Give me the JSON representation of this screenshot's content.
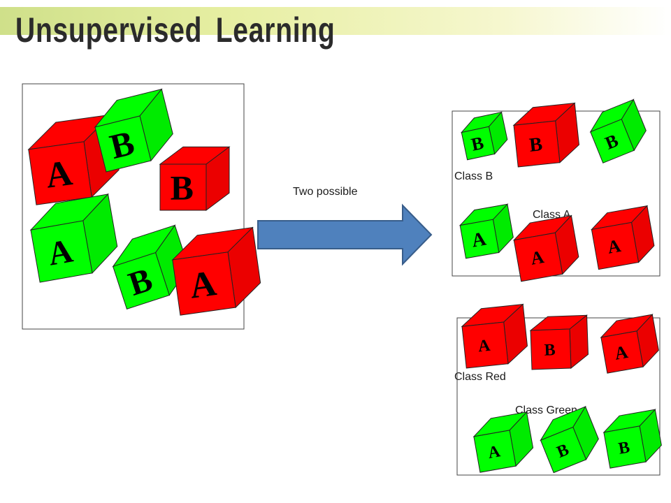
{
  "slide": {
    "title": "Unsupervised Learning",
    "arrow_label": "Two possible"
  },
  "colors": {
    "red": "#ff0000",
    "green": "#00ff00",
    "arrow": "#4f81bd",
    "arrow_border": "#385d8a"
  },
  "groups": {
    "input": {
      "cubes": [
        {
          "letter": "A",
          "color": "red"
        },
        {
          "letter": "B",
          "color": "green"
        },
        {
          "letter": "B",
          "color": "red"
        },
        {
          "letter": "A",
          "color": "green"
        },
        {
          "letter": "B",
          "color": "green"
        },
        {
          "letter": "A",
          "color": "red"
        }
      ]
    },
    "by_letter": {
      "labels": [
        "Class B",
        "Class A"
      ],
      "cubes": [
        {
          "letter": "B",
          "color": "green"
        },
        {
          "letter": "B",
          "color": "red"
        },
        {
          "letter": "B",
          "color": "green"
        },
        {
          "letter": "A",
          "color": "green"
        },
        {
          "letter": "A",
          "color": "red"
        },
        {
          "letter": "A",
          "color": "red"
        }
      ]
    },
    "by_color": {
      "labels": [
        "Class Red",
        "Class Green"
      ],
      "cubes": [
        {
          "letter": "A",
          "color": "red"
        },
        {
          "letter": "B",
          "color": "red"
        },
        {
          "letter": "A",
          "color": "red"
        },
        {
          "letter": "A",
          "color": "green"
        },
        {
          "letter": "B",
          "color": "green"
        },
        {
          "letter": "B",
          "color": "green"
        }
      ]
    }
  }
}
